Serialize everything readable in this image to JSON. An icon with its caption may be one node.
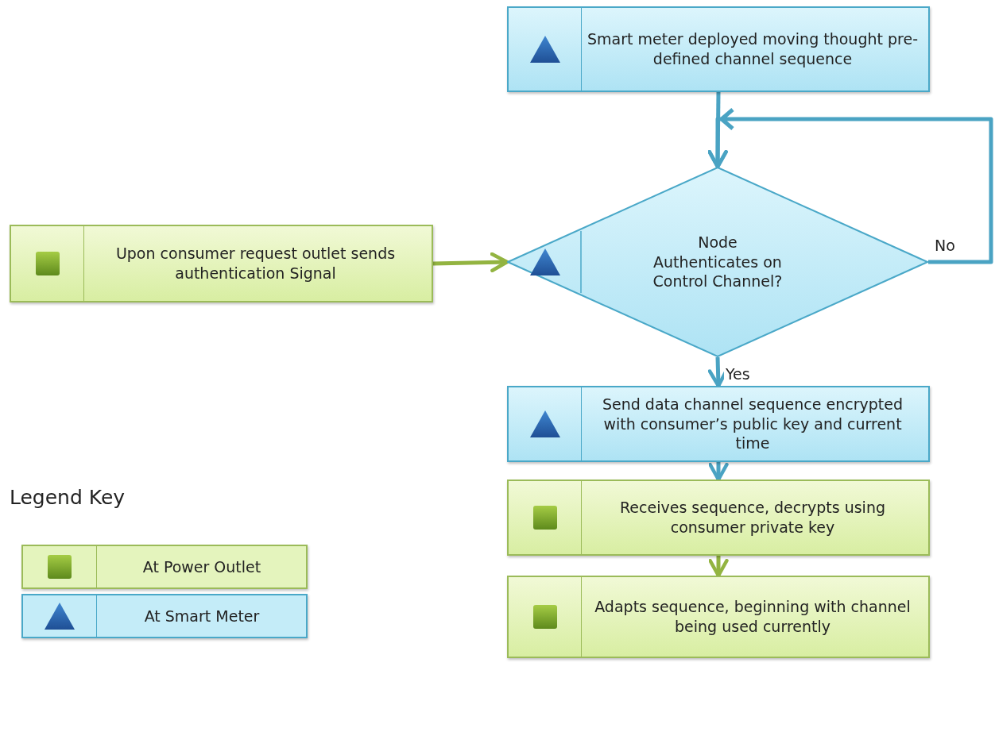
{
  "diagram": {
    "nodes": [
      {
        "text": [
          "Smart meter deployed moving thought pre-defined channel sequence"
        ]
      },
      {
        "text": [
          "Upon consumer request outlet sends authentication Signal"
        ]
      },
      {
        "text": [
          "Node Authenticates on Control Channel?"
        ]
      },
      {
        "text": [
          "Send data channel sequence encrypted with consumer’s public key and current time"
        ]
      },
      {
        "text": [
          "Receives sequence, decrypts using consumer private key"
        ]
      },
      {
        "text": [
          "Adapts sequence, beginning with channel being used currently"
        ]
      }
    ],
    "edges": [
      {
        "from": 0,
        "to": 2,
        "arrow": "to"
      },
      {
        "from": 1,
        "to": 2,
        "arrow": "to",
        "color": "#93b441"
      },
      {
        "from": 2,
        "to": 3,
        "arrow": "to",
        "label": "Yes"
      },
      {
        "from": 2,
        "to": 2,
        "arrow": "to",
        "label": "No"
      },
      {
        "from": 3,
        "to": 4,
        "arrow": "to"
      },
      {
        "from": 4,
        "to": 5,
        "arrow": "to",
        "color": "#93b441"
      }
    ],
    "labels": [
      "Legend Key"
    ],
    "legend": [
      {
        "text": "At Power Outlet",
        "color": "#e4f4bd"
      },
      {
        "text": "At Smart Meter",
        "color": "#c4ecf8"
      }
    ]
  }
}
